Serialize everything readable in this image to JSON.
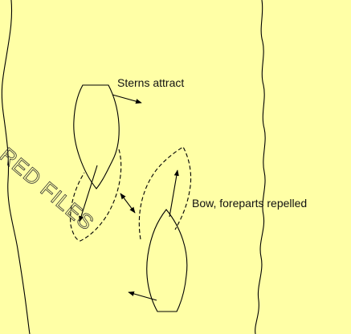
{
  "colors": {
    "background": "#FFFFA6",
    "ink": "#000000"
  },
  "labels": {
    "sterns": "Sterns attract",
    "bow": "Bow,  foreparts repelled"
  },
  "watermark": "RED FILES"
}
